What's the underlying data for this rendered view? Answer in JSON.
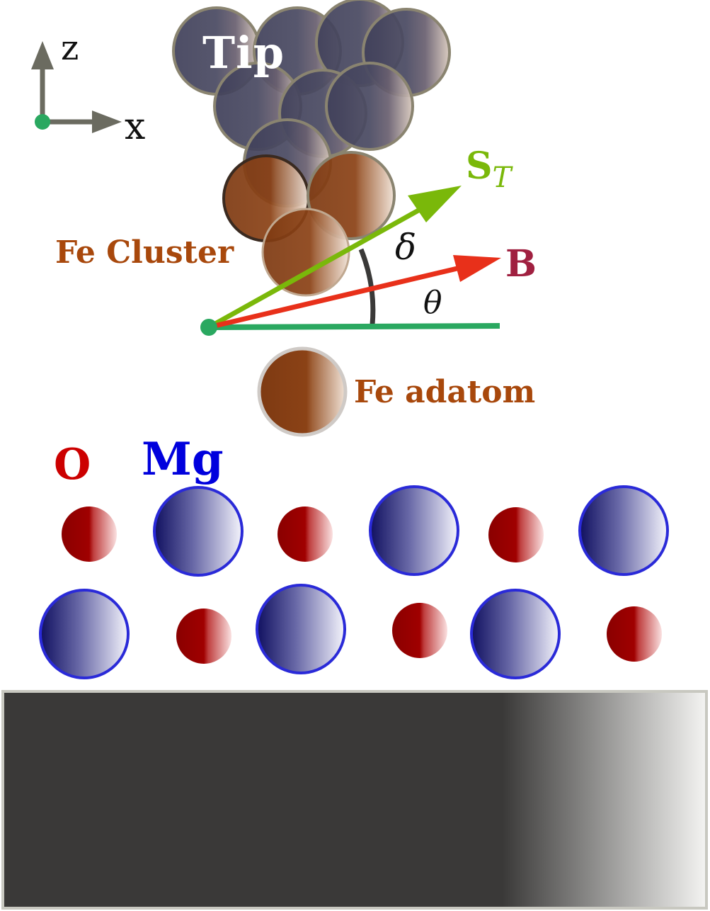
{
  "axes": {
    "z_label": "z",
    "x_label": "x"
  },
  "labels": {
    "tip": "Tip",
    "fe_cluster": "Fe Cluster",
    "fe_adatom": "Fe adatom",
    "oxygen": "O",
    "magnesium": "Mg",
    "spin_vector_main": "S",
    "spin_vector_sub": "T",
    "field_vector": "B",
    "angle_delta": "δ",
    "angle_theta": "θ"
  },
  "colors": {
    "tip_atom": "#4a4a60",
    "fe_atom": "#8b3e10",
    "fe_text": "#a8480c",
    "oxygen_atom": "#9a0000",
    "oxygen_text": "#cc0000",
    "magnesium_atom": "#1a1aa0",
    "magnesium_text": "#0000dd",
    "spin_vector": "#7ab80a",
    "field_vector": "#e8301a",
    "field_text": "#a02040",
    "reference_line": "#2aa860",
    "axis_color": "#6b6b60",
    "substrate": "#3a3938"
  }
}
